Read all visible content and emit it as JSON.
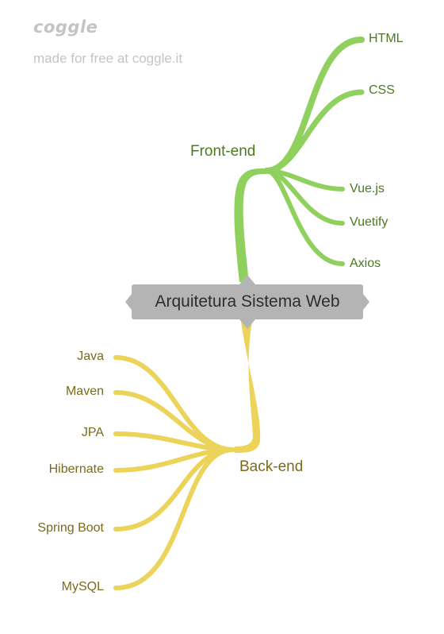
{
  "branding": {
    "logo": "coggle",
    "tagline": "made for free at coggle.it"
  },
  "colors": {
    "frontend_branch": "#8fd05f",
    "frontend_text": "#4a7a22",
    "backend_branch": "#ecd35a",
    "backend_text": "#7a6a1c",
    "root_box": "#b4b4b4",
    "root_text": "#2e2e2e",
    "branding_text": "#c4c4c4"
  },
  "root": {
    "label": "Arquitetura Sistema Web"
  },
  "frontend": {
    "label": "Front-end",
    "children": [
      "HTML",
      "CSS",
      "Vue.js",
      "Vuetify",
      "Axios"
    ]
  },
  "backend": {
    "label": "Back-end",
    "children": [
      "Java",
      "Maven",
      "JPA",
      "Hibernate",
      "Spring Boot",
      "MySQL"
    ]
  }
}
